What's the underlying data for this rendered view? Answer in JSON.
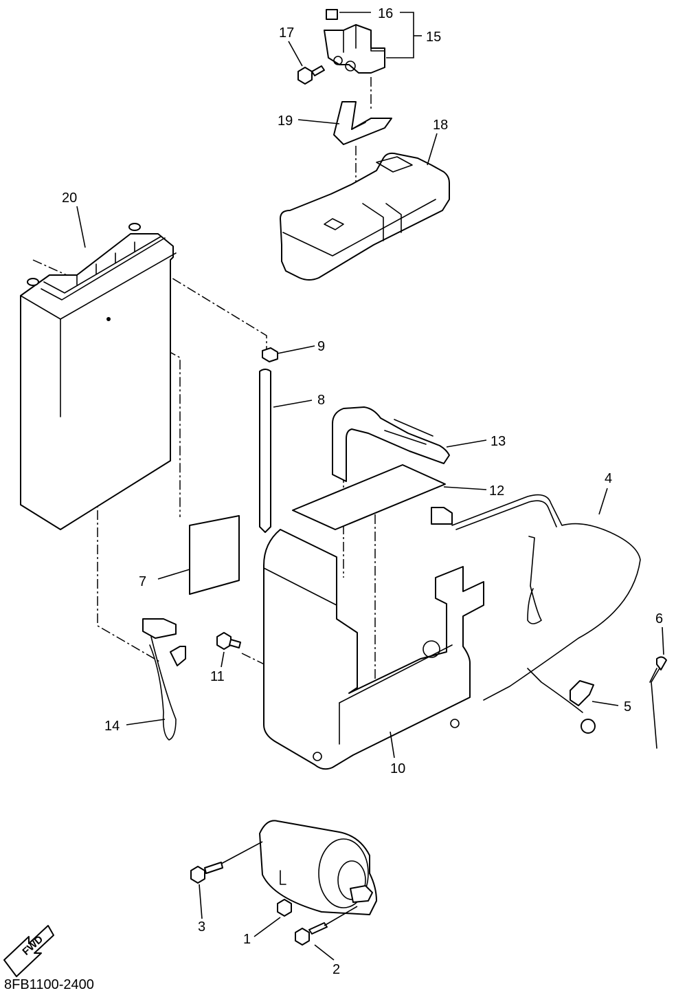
{
  "drawing_code": "8FB1100-2400",
  "direction_arrow": {
    "text": "FWD",
    "icon": "fwd-arrow-icon"
  },
  "callouts": {
    "p1": "1",
    "p2": "2",
    "p3": "3",
    "p4": "4",
    "p5": "5",
    "p6": "6",
    "p7": "7",
    "p8": "8",
    "p9": "9",
    "p10": "10",
    "p11": "11",
    "p12": "12",
    "p13": "13",
    "p14": "14",
    "p15": "15",
    "p16": "16",
    "p17": "17",
    "p18": "18",
    "p19": "19",
    "p20": "20"
  }
}
